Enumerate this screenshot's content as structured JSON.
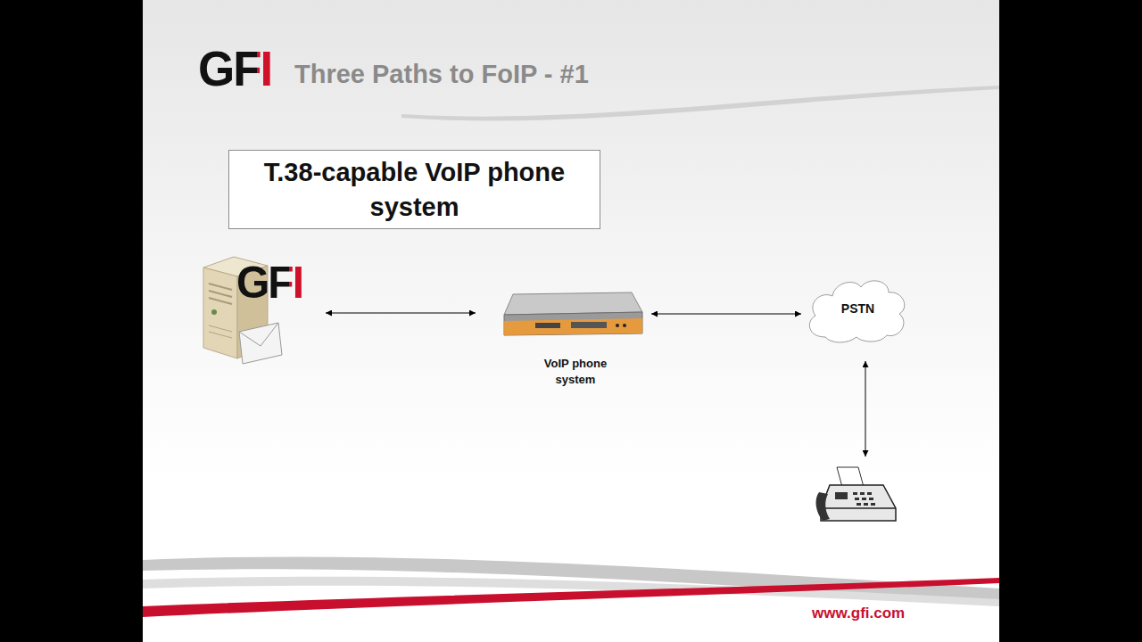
{
  "diagram": {
    "title": "Three Paths to FoIP - #1",
    "nodes": [
      {
        "text": [
          "T.38-capable VoIP phone system"
        ]
      },
      {
        "text": [
          "GFI"
        ]
      },
      {
        "text": [
          "VoIP phone system"
        ]
      },
      {
        "text": [
          "PSTN"
        ]
      },
      {
        "text": []
      }
    ],
    "edges": [
      {
        "from": 1,
        "to": 2,
        "arrow": "both"
      },
      {
        "from": 2,
        "to": 3,
        "arrow": "both"
      },
      {
        "from": 3,
        "to": 4,
        "arrow": "both"
      }
    ],
    "labels": [
      "GFI",
      "www.gfi.com"
    ]
  }
}
